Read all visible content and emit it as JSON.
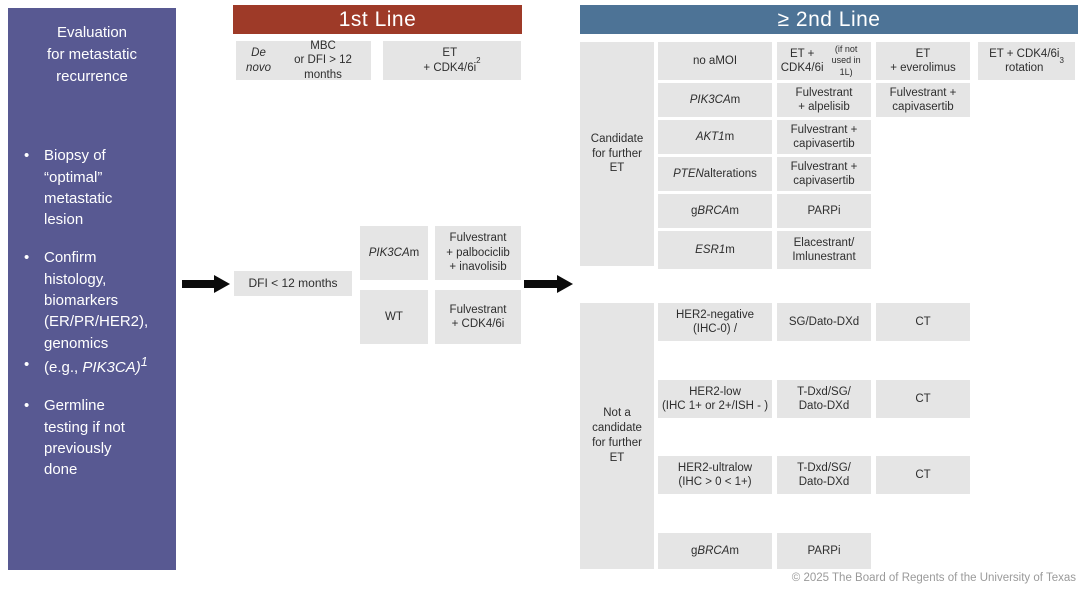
{
  "colors": {
    "sidebar_purple": "#585992",
    "first_line_red": "#9e3a28",
    "second_line_blue": "#4d7396",
    "box_gray": "#e5e5e5",
    "arrow_black": "#0b0b0b"
  },
  "sidebar": {
    "title": "Evaluation\nfor metastatic\nrecurrence",
    "bullets": [
      "Biopsy of\n“optimal”\nmetastatic\nlesion",
      "Confirm\nhistology,\nbiomarkers\n(ER/PR/HER2),\ngenomics",
      "(e.g., *PIK3CA)^1^*",
      "Germline\ntesting if not\npreviously\ndone"
    ]
  },
  "first_line": {
    "header": "1st Line",
    "criteria_box": "*De novo* MBC\nor DFI > 12 months",
    "treatment_box": "ET\n+ CDK4/6i^2^",
    "dfi_box": "DFI < 12 months",
    "branches": [
      {
        "biomarker": "*PIK3CA*m",
        "treatment": "Fulvestrant\n+ palbociclib\n+ inavolisib"
      },
      {
        "biomarker": "WT",
        "treatment": "Fulvestrant\n+ CDK4/6i"
      }
    ]
  },
  "second_line": {
    "header": "≥ 2nd Line",
    "candidate": {
      "label": "Candidate\nfor further\nET",
      "rows": [
        {
          "biomarker": "no aMOI",
          "options": [
            "ET + CDK4/6i\n~(if not used in 1L)~",
            "ET\n+ everolimus",
            "ET + CDK4/6i\nrotation^3^"
          ]
        },
        {
          "biomarker": "*PIK3CA*m",
          "options": [
            "Fulvestrant\n+ alpelisib",
            "Fulvestrant +\ncapivasertib"
          ]
        },
        {
          "biomarker": "*AKT1*m",
          "options": [
            "Fulvestrant +\ncapivasertib"
          ]
        },
        {
          "biomarker": "*PTEN* alterations",
          "options": [
            "Fulvestrant +\ncapivasertib"
          ]
        },
        {
          "biomarker": "g*BRCA*m",
          "options": [
            "PARPi"
          ]
        },
        {
          "biomarker": "*ESR1*m",
          "options": [
            "Elacestrant/\nImlunestrant"
          ]
        }
      ]
    },
    "not_candidate": {
      "label": "Not a\ncandidate\nfor further\nET",
      "rows": [
        {
          "biomarker": "HER2-negative\n(IHC-0) /",
          "options": [
            "SG/Dato-DXd",
            "CT"
          ]
        },
        {
          "biomarker": "HER2-low\n(IHC 1+ or 2+/ISH - )",
          "options": [
            "T-Dxd/SG/\nDato-DXd",
            "CT"
          ]
        },
        {
          "biomarker": "HER2-ultralow\n(IHC > 0 < 1+)",
          "options": [
            "T-Dxd/SG/\nDato-DXd",
            "CT"
          ]
        },
        {
          "biomarker": "g*BRCA*m",
          "options": [
            "PARPi"
          ]
        }
      ]
    }
  },
  "footer": {
    "copyright": "© 2025 The Board of Regents of the University of Texas"
  }
}
